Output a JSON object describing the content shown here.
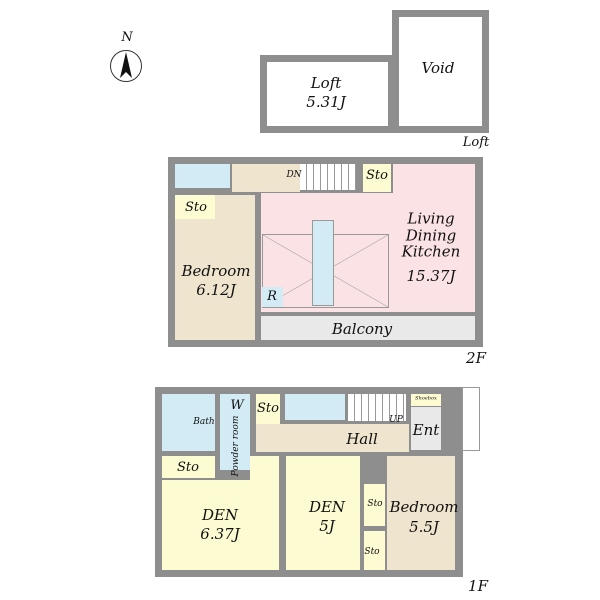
{
  "compass": {
    "label": "N"
  },
  "loft": {
    "floor_label": "Loft",
    "rooms": {
      "loft": "Loft",
      "loft_size": "5.31J",
      "void": "Void"
    }
  },
  "f2": {
    "floor_label": "2F",
    "rooms": {
      "dn": "DN",
      "sto1": "Sto",
      "sto2": "Sto",
      "ldk": "Living\nDining\nKitchen",
      "ldk_size": "15.37J",
      "bedroom": "Bedroom",
      "bedroom_size": "6.12J",
      "r": "R",
      "balcony": "Balcony"
    }
  },
  "f1": {
    "floor_label": "1F",
    "rooms": {
      "bath": "Bath",
      "w": "W",
      "powder": "Powder room",
      "sto1": "Sto",
      "sto2": "Sto",
      "shoebox": "Shoebox",
      "up": "UP",
      "ent": "Ent",
      "hall": "Hall",
      "den1": "DEN",
      "den1_size": "6.37J",
      "den2": "DEN",
      "den2_size": "5J",
      "sto3": "Sto",
      "sto4": "Sto",
      "bedroom": "Bedroom",
      "bedroom_size": "5.5J"
    }
  },
  "colors": {
    "wall": "#8e8e8e",
    "ldk": "#fbe2e5",
    "bedroom": "#efe4cd",
    "den": "#fdfbd2",
    "wet": "#d3ebf4"
  }
}
